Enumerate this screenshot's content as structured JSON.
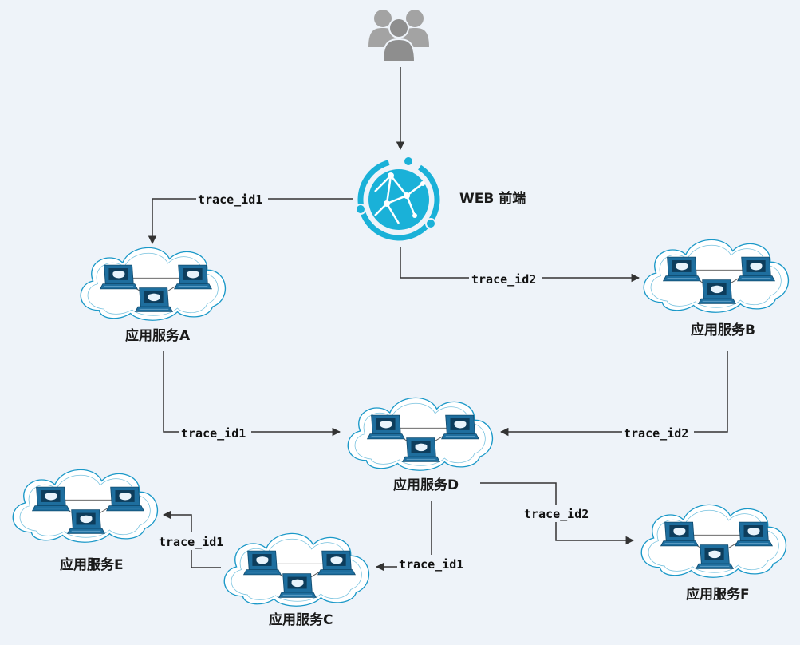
{
  "web": {
    "label": "WEB 前端"
  },
  "services": {
    "a": {
      "label": "应用服务A"
    },
    "b": {
      "label": "应用服务B"
    },
    "c": {
      "label": "应用服务C"
    },
    "d": {
      "label": "应用服务D"
    },
    "e": {
      "label": "应用服务E"
    },
    "f": {
      "label": "应用服务F"
    }
  },
  "edges": {
    "web_to_a": {
      "label": "trace_id1"
    },
    "web_to_b": {
      "label": "trace_id2"
    },
    "a_to_d": {
      "label": "trace_id1"
    },
    "b_to_d": {
      "label": "trace_id2"
    },
    "d_to_c": {
      "label": "trace_id1"
    },
    "d_to_f": {
      "label": "trace_id2"
    },
    "c_to_e": {
      "label": "trace_id1"
    }
  },
  "colors": {
    "accent": "#1ab1d8",
    "monitor": "#1e6e9e",
    "cloud": "#ffffff",
    "line": "#333333",
    "user": "#9a9a9a"
  }
}
